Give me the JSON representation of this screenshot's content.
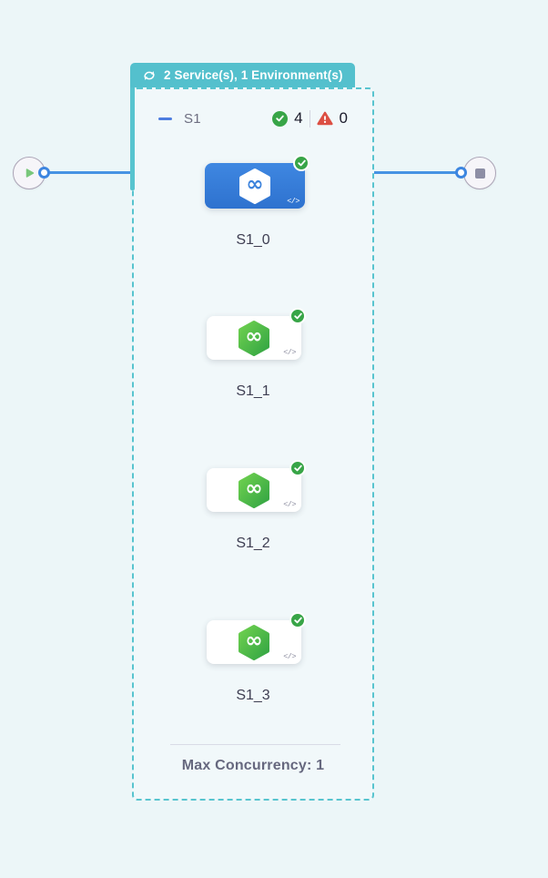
{
  "canvas": {
    "background": "#ecf6f8"
  },
  "stage": {
    "header": {
      "label": "2 Service(s), 1 Environment(s)",
      "background": "#54c0cd"
    },
    "service": {
      "name": "S1",
      "success_count": "4",
      "error_count": "0"
    },
    "nodes": [
      {
        "label": "S1_0",
        "status": "success",
        "selected": true
      },
      {
        "label": "S1_1",
        "status": "success",
        "selected": false
      },
      {
        "label": "S1_2",
        "status": "success",
        "selected": false
      },
      {
        "label": "S1_3",
        "status": "success",
        "selected": false
      }
    ],
    "footer": {
      "max_concurrency_label": "Max Concurrency: 1"
    }
  },
  "icons": {
    "header_icon": "sync-loop-icon",
    "start_icon": "play-icon",
    "end_icon": "stop-icon",
    "node_icon": "hexagon-infinity-icon",
    "node_code": "</>",
    "success_icon": "check-icon",
    "error_icon": "warning-triangle-icon"
  },
  "colors": {
    "teal_accent": "#54c0cd",
    "dashed_border": "#58c4cf",
    "connector_blue": "#4793e3",
    "selected_card_blue": "#3780da",
    "success_green": "#38a547",
    "error_red": "#dc4f43",
    "hexagon_green_start": "#6fd14f",
    "hexagon_green_end": "#32a443",
    "play_green": "#79c77b",
    "stop_gray": "#8d8ea5"
  }
}
